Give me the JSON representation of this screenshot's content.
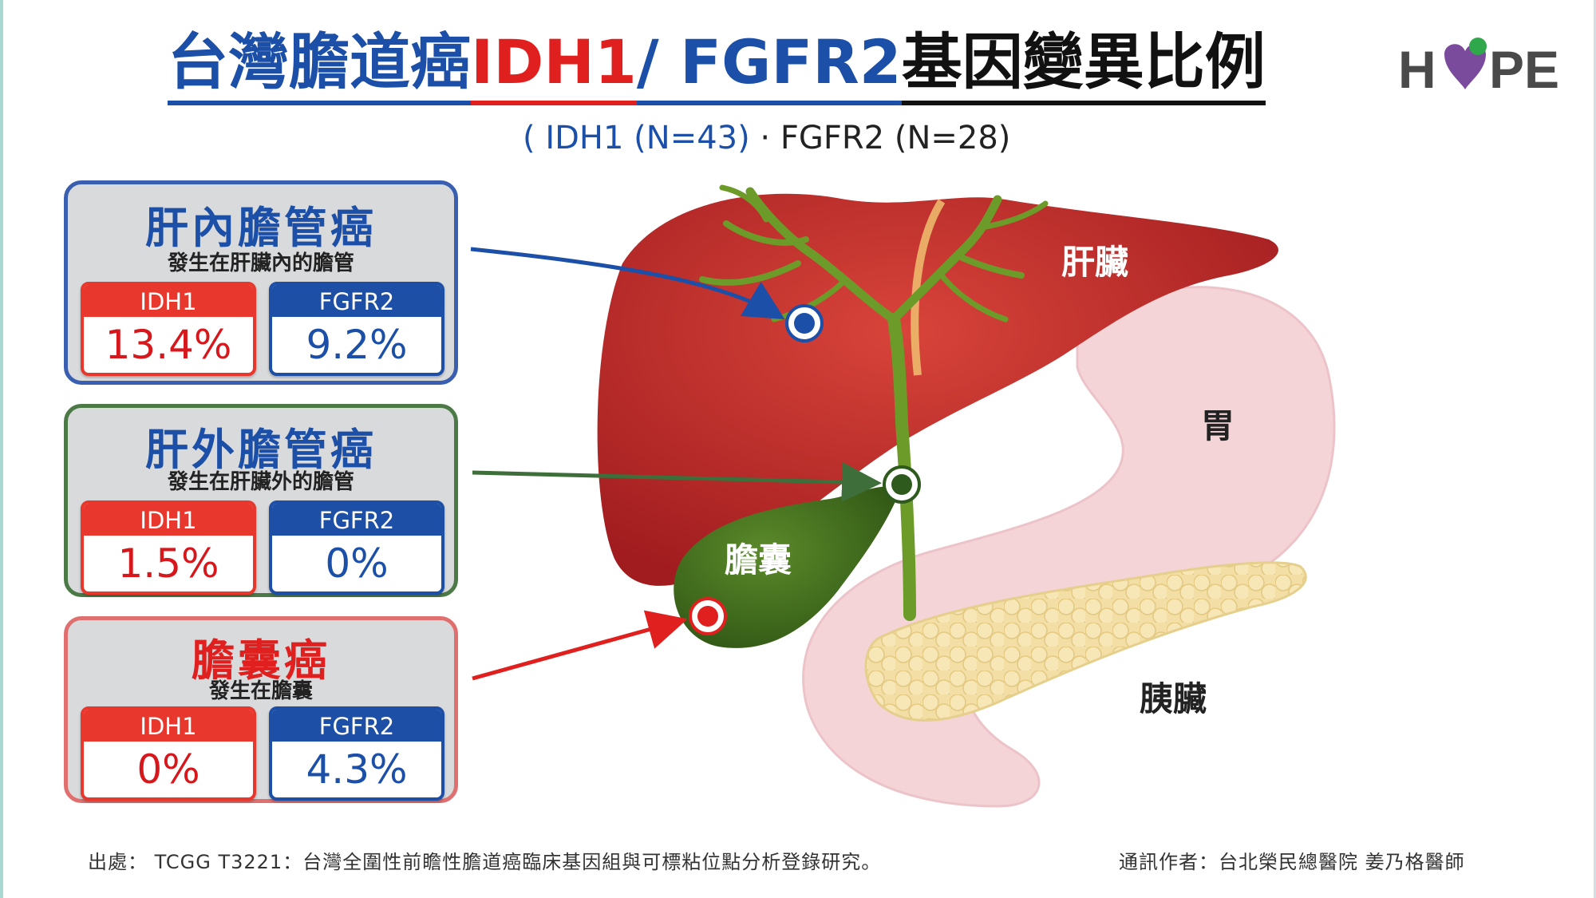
{
  "title": {
    "part1": "台灣膽道癌 ",
    "part2": "IDH1",
    "part3": " / FGFR2 ",
    "part4": "基因變異比例"
  },
  "subtitle": {
    "idh1": "( IDH1 (N=43)",
    "sep": " · ",
    "fgfr2": "FGFR2 (N=28)"
  },
  "logo": {
    "text_left": "H",
    "text_right": "PE",
    "icon": "heart-dot-icon"
  },
  "cards": [
    {
      "title": "肝內膽管癌",
      "subtitle": "發生在肝臟內的膽管",
      "idh1_label": "IDH1",
      "idh1_value": "13.4%",
      "fgfr2_label": "FGFR2",
      "fgfr2_value": "9.2%"
    },
    {
      "title": "肝外膽管癌",
      "subtitle": "發生在肝臟外的膽管",
      "idh1_label": "IDH1",
      "idh1_value": "1.5%",
      "fgfr2_label": "FGFR2",
      "fgfr2_value": "0%"
    },
    {
      "title": "膽囊癌",
      "subtitle": "發生在膽囊",
      "idh1_label": "IDH1",
      "idh1_value": "0%",
      "fgfr2_label": "FGFR2",
      "fgfr2_value": "4.3%"
    }
  ],
  "anatomy": {
    "liver": "肝臟",
    "stomach": "胃",
    "gallbladder": "膽囊",
    "pancreas": "胰臟"
  },
  "footer": {
    "source": "出處： TCGG T3221：台灣全圍性前瞻性膽道癌臨床基因組與可標粘位點分析登錄研究。",
    "author": "通訊作者：台北榮民總醫院 姜乃格醫師"
  },
  "colors": {
    "blue": "#1b4fa8",
    "red": "#e0201e",
    "green": "#4c7a47",
    "liver": "#c0282a",
    "gallbladder": "#3f6e1e",
    "stomach": "#f5d4d8",
    "pancreas": "#f3dfa6"
  }
}
